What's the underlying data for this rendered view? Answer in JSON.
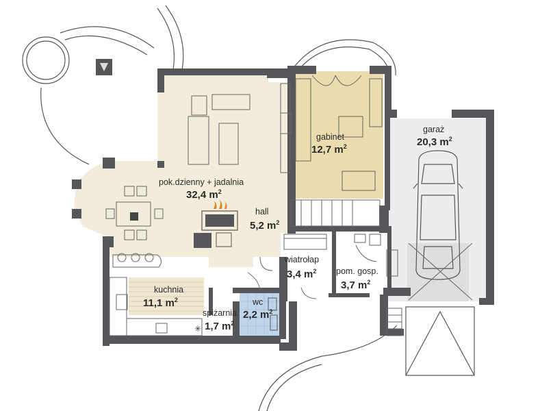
{
  "rooms": [
    {
      "name": "pok.dzienny + jadalnia",
      "area": "32,4"
    },
    {
      "name": "gabinet",
      "area": "12,7"
    },
    {
      "name": "garaż",
      "area": "20,3"
    },
    {
      "name": "hall",
      "area": "5,2"
    },
    {
      "name": "wiatrołap",
      "area": "3,4"
    },
    {
      "name": "pom. gosp.",
      "area": "3,7"
    },
    {
      "name": "kuchnia",
      "area": "11,1"
    },
    {
      "name": "wc",
      "area": "2,2"
    },
    {
      "name": "spiżarnia",
      "area": "1,7"
    }
  ],
  "area_unit": "m",
  "area_unit_exponent": "2",
  "colors": {
    "wall": "#55575b",
    "living_floor": "#f2ecda",
    "study_floor": "#eadcae",
    "garage_floor": "#ededed",
    "wc_tile": "#bfd6ea",
    "kitchen_floor": "#efe7cf",
    "line": "#555555",
    "fireplace_flame": "#e2801a"
  }
}
